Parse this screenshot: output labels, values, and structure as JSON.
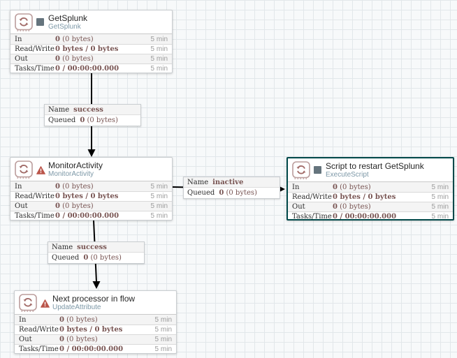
{
  "canvas": {
    "background": "#f7f9fa",
    "grid_line": "#e2e7ea"
  },
  "colors": {
    "selected_border": "#004849",
    "stat_value": "#775351",
    "processor_type_text": "#7d98a7",
    "invalid_indicator": "#ba554a",
    "stopped_indicator": "#65747d",
    "processor_icon": "#a16a67",
    "connection_line": "#000000"
  },
  "processors": [
    {
      "title": "GetSplunk",
      "type": "GetSplunk",
      "status": "stopped",
      "rows": [
        {
          "label": "In",
          "value_bold": "0",
          "value_rest": " (0 bytes)",
          "window": "5 min"
        },
        {
          "label": "Read/Write",
          "value_bold": "0 bytes / 0 bytes",
          "value_rest": "",
          "window": "5 min"
        },
        {
          "label": "Out",
          "value_bold": "0",
          "value_rest": " (0 bytes)",
          "window": "5 min"
        },
        {
          "label": "Tasks/Time",
          "value_bold": "0 / 00:00:00.000",
          "value_rest": "",
          "window": "5 min"
        }
      ]
    },
    {
      "title": "MonitorActivity",
      "type": "MonitorActivity",
      "status": "invalid",
      "rows": [
        {
          "label": "In",
          "value_bold": "0",
          "value_rest": " (0 bytes)",
          "window": "5 min"
        },
        {
          "label": "Read/Write",
          "value_bold": "0 bytes / 0 bytes",
          "value_rest": "",
          "window": "5 min"
        },
        {
          "label": "Out",
          "value_bold": "0",
          "value_rest": " (0 bytes)",
          "window": "5 min"
        },
        {
          "label": "Tasks/Time",
          "value_bold": "0 / 00:00:00.000",
          "value_rest": "",
          "window": "5 min"
        }
      ]
    },
    {
      "title": "Script to restart GetSplunk",
      "type": "ExecuteScript",
      "status": "stopped",
      "selected": true,
      "rows": [
        {
          "label": "In",
          "value_bold": "0",
          "value_rest": " (0 bytes)",
          "window": "5 min"
        },
        {
          "label": "Read/Write",
          "value_bold": "0 bytes / 0 bytes",
          "value_rest": "",
          "window": "5 min"
        },
        {
          "label": "Out",
          "value_bold": "0",
          "value_rest": " (0 bytes)",
          "window": "5 min"
        },
        {
          "label": "Tasks/Time",
          "value_bold": "0 / 00:00:00.000",
          "value_rest": "",
          "window": "5 min"
        }
      ]
    },
    {
      "title": "Next processor in flow",
      "type": "UpdateAttribute",
      "status": "invalid",
      "rows": [
        {
          "label": "In",
          "value_bold": "0",
          "value_rest": " (0 bytes)",
          "window": "5 min"
        },
        {
          "label": "Read/Write",
          "value_bold": "0 bytes / 0 bytes",
          "value_rest": "",
          "window": "5 min"
        },
        {
          "label": "Out",
          "value_bold": "0",
          "value_rest": " (0 bytes)",
          "window": "5 min"
        },
        {
          "label": "Tasks/Time",
          "value_bold": "0 / 00:00:00.000",
          "value_rest": "",
          "window": "5 min"
        }
      ]
    }
  ],
  "connections": [
    {
      "name_label": "Name",
      "name": "success",
      "queued_label": "Queued",
      "queued_bold": "0",
      "queued_rest": " (0 bytes)"
    },
    {
      "name_label": "Name",
      "name": "inactive",
      "queued_label": "Queued",
      "queued_bold": "0",
      "queued_rest": " (0 bytes)"
    },
    {
      "name_label": "Name",
      "name": "success",
      "queued_label": "Queued",
      "queued_bold": "0",
      "queued_rest": " (0 bytes)"
    }
  ]
}
